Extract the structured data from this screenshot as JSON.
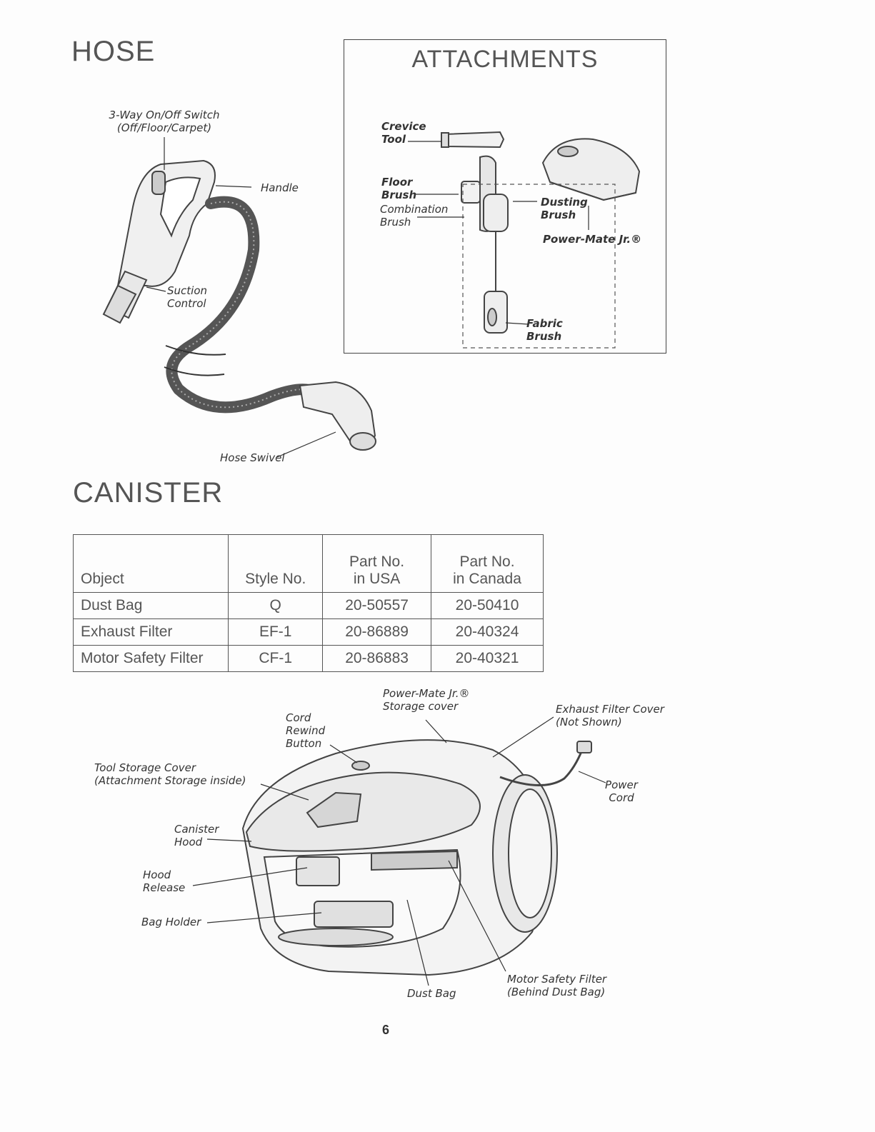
{
  "hose": {
    "heading": "HOSE",
    "labels": {
      "switch_line1": "3-Way On/Off Switch",
      "switch_line2": "(Off/Floor/Carpet)",
      "handle": "Handle",
      "suction_line1": "Suction",
      "suction_line2": "Control",
      "swivel": "Hose Swivel"
    }
  },
  "attachments": {
    "title": "ATTACHMENTS",
    "labels": {
      "crevice_line1": "Crevice",
      "crevice_line2": "Tool",
      "floor_line1": "Floor",
      "floor_line2": "Brush",
      "powermate": "Power-Mate Jr.®",
      "combination_line1": "Combination",
      "combination_line2": "Brush",
      "dusting_line1": "Dusting",
      "dusting_line2": "Brush",
      "fabric_line1": "Fabric",
      "fabric_line2": "Brush"
    }
  },
  "canister": {
    "heading": "CANISTER",
    "table": {
      "headers": [
        {
          "line1": "",
          "line2": "Object"
        },
        {
          "line1": "",
          "line2": "Style No."
        },
        {
          "line1": "Part No.",
          "line2": "in USA"
        },
        {
          "line1": "Part No.",
          "line2": "in Canada"
        }
      ],
      "rows": [
        {
          "object": "Dust Bag",
          "style": "Q",
          "usa": "20-50557",
          "canada": "20-50410"
        },
        {
          "object": "Exhaust Filter",
          "style": "EF-1",
          "usa": "20-86889",
          "canada": "20-40324"
        },
        {
          "object": "Motor Safety Filter",
          "style": "CF-1",
          "usa": "20-86883",
          "canada": "20-40321"
        }
      ]
    },
    "labels": {
      "storage_line1": "Power-Mate Jr.®",
      "storage_line2": "Storage cover",
      "cord_line1": "Cord",
      "cord_line2": "Rewind",
      "cord_line3": "Button",
      "exhaust_line1": "Exhaust Filter Cover",
      "exhaust_line2": "(Not Shown)",
      "tool_line1": "Tool Storage Cover",
      "tool_line2": "(Attachment Storage inside)",
      "power_line1": "Power",
      "power_line2": "Cord",
      "hood_line1": "Canister",
      "hood_line2": "Hood",
      "release_line1": "Hood",
      "release_line2": "Release",
      "bagholder": "Bag Holder",
      "motor_line1": "Motor Safety Filter",
      "motor_line2": "(Behind Dust Bag)",
      "dustbag": "Dust Bag"
    }
  },
  "page_number": "6"
}
